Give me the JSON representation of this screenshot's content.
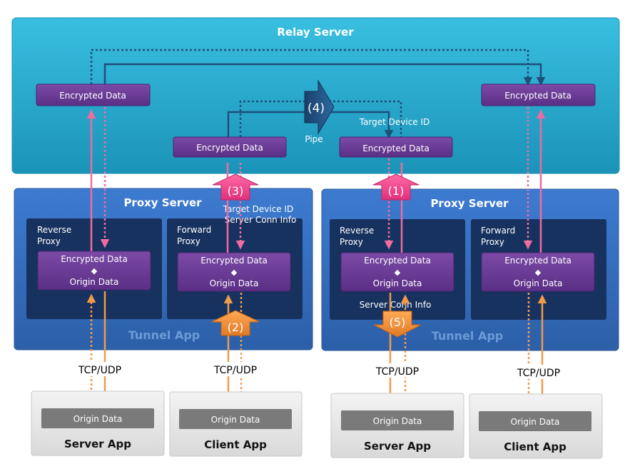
{
  "relay_server": {
    "title": "Relay Server",
    "box_left": "Encrypted Data",
    "box_right": "Encrypted Data",
    "box_pipe_left": "Encrypted Data",
    "box_pipe_right": "Encrypted Data",
    "pipe_label": "Pipe",
    "step4": "(4)",
    "target_device_id": "Target Device ID"
  },
  "proxy_left": {
    "title": "Proxy Server",
    "reverse_label": [
      "Reverse",
      "Proxy"
    ],
    "forward_label": [
      "Forward",
      "Proxy"
    ],
    "reverse_box": {
      "top": "Encrypted Data",
      "sep": "◆",
      "bottom": "Origin Data"
    },
    "forward_box": {
      "top": "Encrypted Data",
      "sep": "◆",
      "bottom": "Origin Data"
    },
    "tunnel_app": "Tunnel App",
    "step3": "(3)",
    "step2": "(2)",
    "note_line1": "Target Device ID",
    "note_line2": "Server Conn Info"
  },
  "proxy_right": {
    "title": "Proxy Server",
    "reverse_label": [
      "Reverse",
      "Proxy"
    ],
    "forward_label": [
      "Forward",
      "Proxy"
    ],
    "reverse_box": {
      "top": "Encrypted Data",
      "sep": "◆",
      "bottom": "Origin Data"
    },
    "forward_box": {
      "top": "Encrypted Data",
      "sep": "◆",
      "bottom": "Origin Data"
    },
    "tunnel_app": "Tunnel App",
    "step1": "(1)",
    "step5": "(5)",
    "server_conn_info": "Server Conn Info"
  },
  "protocol_label": "TCP/UDP",
  "apps": [
    {
      "name": "Server App",
      "data": "Origin Data"
    },
    {
      "name": "Client App",
      "data": "Origin Data"
    },
    {
      "name": "Server App",
      "data": "Origin Data"
    },
    {
      "name": "Client App",
      "data": "Origin Data"
    }
  ],
  "colors": {
    "relay_bg": "#2bb3d6",
    "proxy_bg": "#3a73c4",
    "proxy_inner": "#17325f",
    "purple_box": "#6c3f93",
    "pink": "#f06ba0",
    "orange": "#f29a4a",
    "dark_line": "#1e4f7a"
  }
}
